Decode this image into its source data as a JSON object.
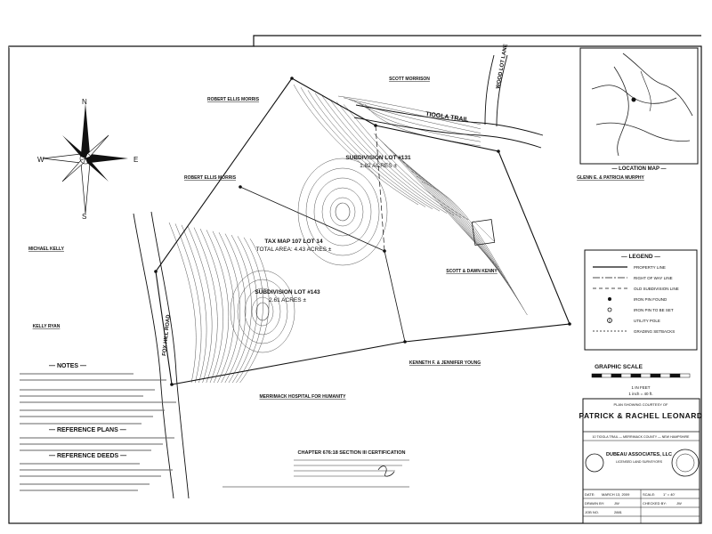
{
  "roads": {
    "tiogla_trail": "TIOGLA TRAIL",
    "wood_lot_lane": "WOOD LOT LANE",
    "fox_hill_road": "FOX HILL ROAD"
  },
  "lots": {
    "lot131_name": "SUBDIVISION LOT #131",
    "lot131_area": "1.82 ACRES ±",
    "lot143_name": "SUBDIVISION LOT #143",
    "lot143_area": "2.61 ACRES ±",
    "tax_map": "TAX MAP 107 LOT 14",
    "total_area": "TOTAL AREA: 4.43 ACRES ±"
  },
  "owners": {
    "merrimack_hospital": "MERRIMACK HOSPITAL FOR HUMANITY",
    "scott_dawn_kenny": "SCOTT & DAWN KENNY",
    "glenn_patricia_murphy": "GLENN E. & PATRICIA MURPHY",
    "kenneth_jennifer_young": "KENNETH F. & JENNIFER YOUNG",
    "robert_diane_morris_a": "ROBERT ELLIS MORRIS",
    "robert_diane_morris_b": "ROBERT ELLIS MORRIS",
    "scott_sharon_morrison": "SCOTT MORRISON",
    "michael_kelly": "MICHAEL KELLY",
    "kelly_ryan": "KELLY RYAN"
  },
  "compass": {
    "n": "N",
    "s": "S",
    "e": "E",
    "w": "W"
  },
  "location_map": {
    "title": "— LOCATION MAP —"
  },
  "legend": {
    "title": "— LEGEND —",
    "items": [
      "PROPERTY LINE",
      "RIGHT OF WAY LINE",
      "OLD SUBDIVISION LINE",
      "IRON PIN FOUND",
      "IRON PIN TO BE SET",
      "UTILITY POLE",
      "GRADING SETBACKS"
    ]
  },
  "scale": {
    "title": "GRAPHIC SCALE",
    "label": "1 IN FEET",
    "sub": "1 inch = 40 ft."
  },
  "notes": {
    "title": "— NOTES —"
  },
  "reference_plans": {
    "title": "— REFERENCE PLANS —"
  },
  "reference_deeds": {
    "title": "— REFERENCE DEEDS —"
  },
  "title_block": {
    "prepared_for": "PLAN SHOWING COURTESY OF",
    "client": "PATRICK & RACHEL LEONARD",
    "location": "10 TIOGLA TRAIL — MERRIMACK COUNTY — NEW HAMPSHIRE",
    "firm": "DUBEAU ASSOCIATES, LLC",
    "firm_sub": "LICENSED LAND SURVEYORS",
    "date_label": "DATE:",
    "date": "MARCH 13, 2009",
    "scale_label": "SCALE:",
    "scale": "1\" = 40'",
    "drawn_label": "DRAWN BY:",
    "drawn": "JW",
    "checked_label": "CHECKED BY:",
    "checked": "JW",
    "job_label": "JOB NO.",
    "job": "2881"
  },
  "certification": {
    "title": "CHAPTER 676:18 SECTION III CERTIFICATION"
  },
  "colors": {
    "ink": "#111111",
    "paper": "#ffffff",
    "contour": "#555555"
  }
}
